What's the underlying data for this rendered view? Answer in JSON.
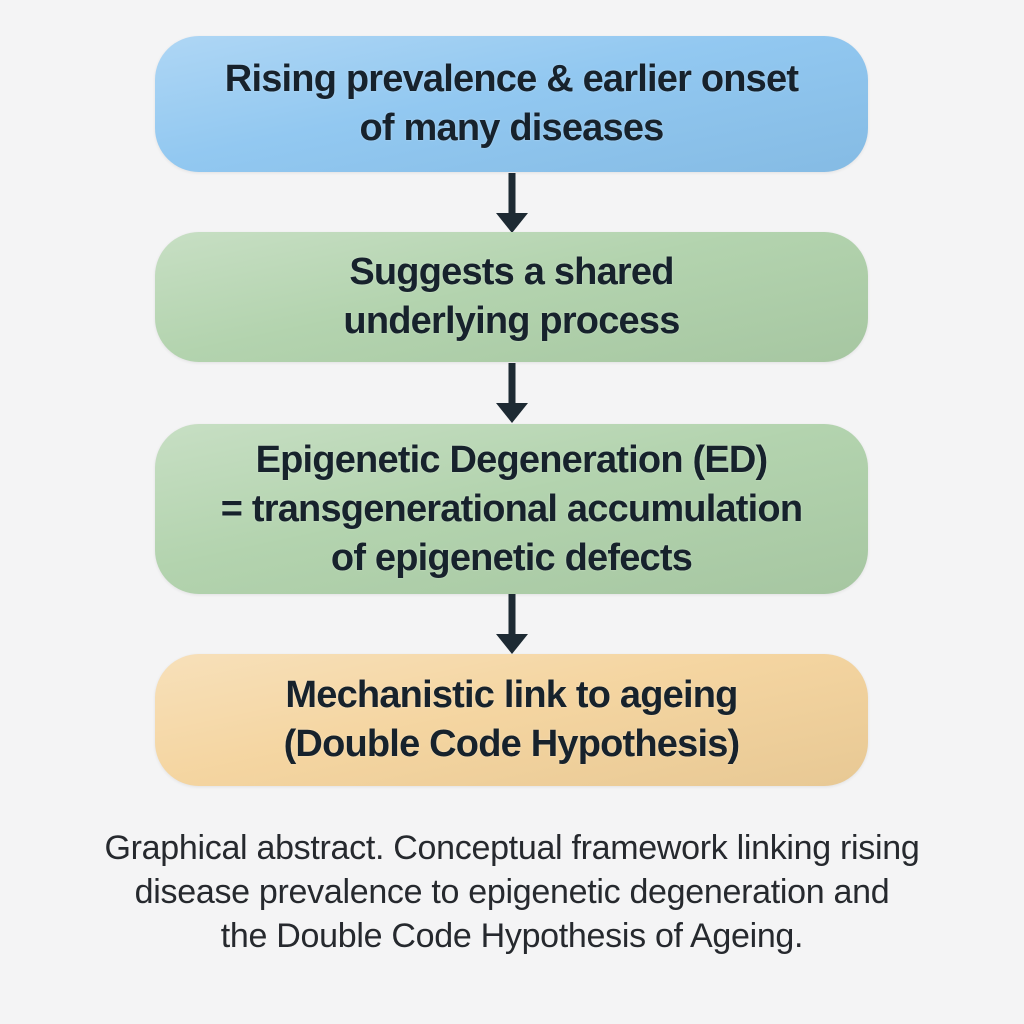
{
  "page": {
    "background_color": "#f4f4f5",
    "text_color": "#17222c",
    "arrow_color": "#1d2a33"
  },
  "flowchart": {
    "boxes": [
      {
        "id": "rising-prevalence",
        "fill": "#8cc5f0",
        "lines": [
          "Rising prevalence & earlier onset",
          "of many diseases"
        ]
      },
      {
        "id": "shared-process",
        "fill": "#afd1aa",
        "lines": [
          "Suggests a shared",
          "underlying process"
        ]
      },
      {
        "id": "epigenetic-degeneration",
        "fill": "#afd1aa",
        "lines": [
          "Epigenetic Degeneration (ED)",
          "= transgenerational accumulation",
          "of epigenetic defects"
        ]
      },
      {
        "id": "mechanistic-link",
        "fill": "#f4d39c",
        "lines": [
          "Mechanistic link to ageing",
          "(Double Code Hypothesis)"
        ]
      }
    ]
  },
  "caption": {
    "lines": [
      "Graphical abstract. Conceptual framework linking rising",
      "disease prevalence to epigenetic degeneration and",
      "the Double Code Hypothesis of Ageing."
    ]
  }
}
